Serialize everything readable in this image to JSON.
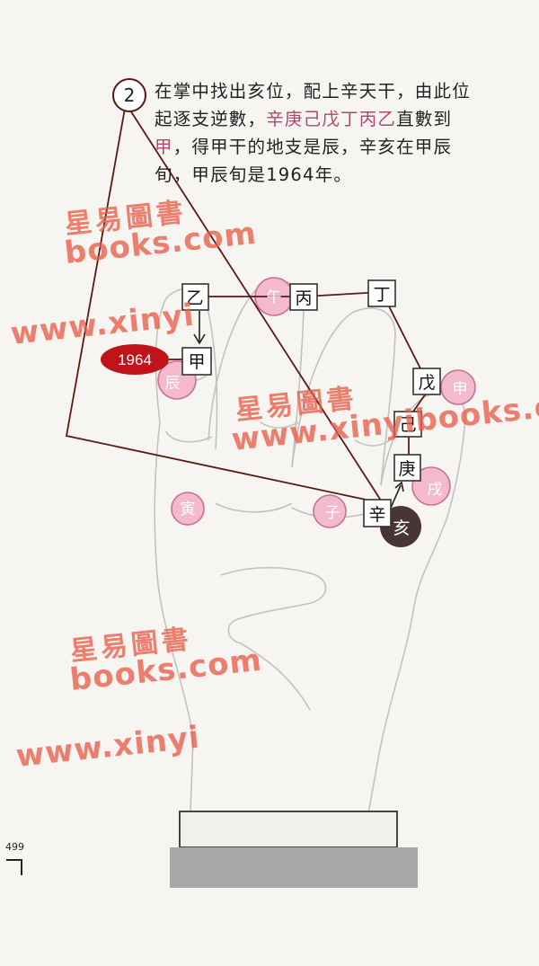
{
  "step": {
    "number": "2"
  },
  "paragraph": {
    "line1": "在掌中找出亥位，配上辛天干，由此位",
    "line2_pre": "起逐支逆數，",
    "line2_pink": "辛庚己戊丁丙乙",
    "line2_post": "直數到",
    "line3_pink": "甲",
    "line3_post": "，得甲干的地支是辰，辛亥在甲辰",
    "line4": "旬，甲辰旬是1964年。"
  },
  "diagram": {
    "stems": {
      "yi": "乙",
      "bing": "丙",
      "ding": "丁",
      "jia": "甲",
      "wu": "戊",
      "ji": "己",
      "geng": "庚",
      "xin": "辛"
    },
    "branches": {
      "chen": "辰",
      "shen": "申",
      "xu": "戌",
      "hai": "亥",
      "yin": "寅",
      "zi": "子",
      "wu": "午"
    },
    "year_badge": "1964",
    "colors": {
      "pink_circle": "#f2b9cf",
      "pink_stroke": "#c9708f",
      "dark_circle": "#4a3535",
      "badge_red": "#c0141a",
      "line": "#5a1a14",
      "cuff": "#a8a8a8"
    }
  },
  "watermark": {
    "brand_cn": "星易圖書",
    "url_a": "www.xinyi",
    "url_b": "books.com",
    "url_c": "www.xinyibooks.com"
  },
  "page_number": "499"
}
